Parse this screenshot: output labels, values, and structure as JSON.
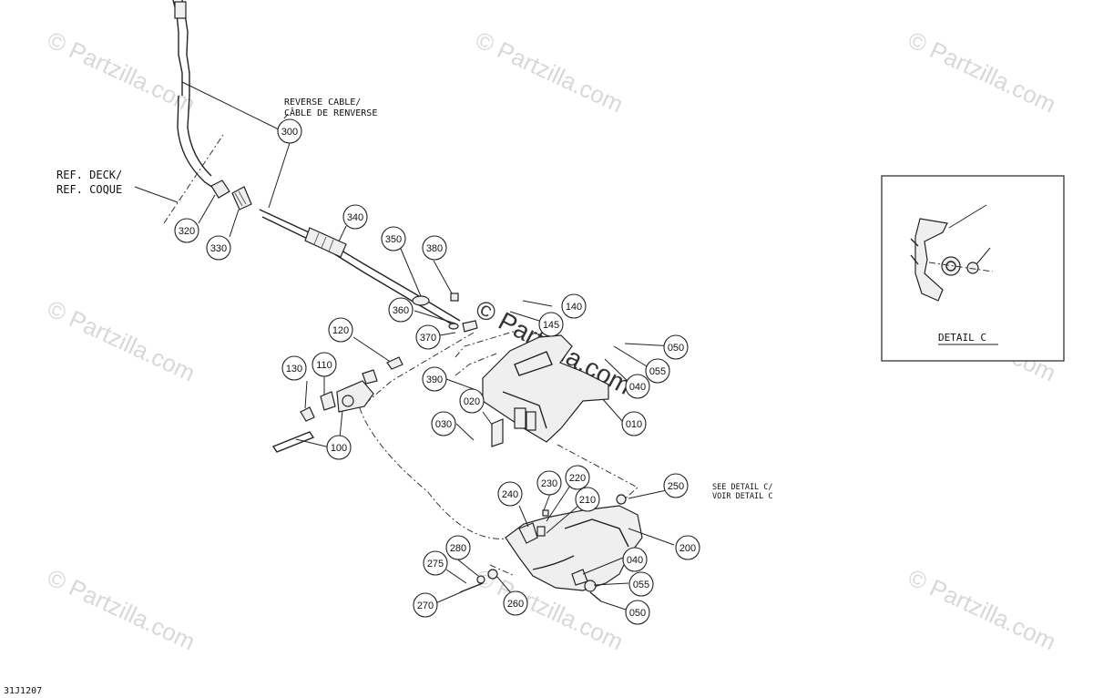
{
  "watermark": "© Partzilla.com",
  "labels": {
    "reverse_cable_en": "REVERSE CABLE/",
    "reverse_cable_fr": "CÂBLE DE RENVERSE",
    "ref_deck_en": "REF. DECK/",
    "ref_deck_fr": "REF. COQUE",
    "see_detail_en": "SEE DETAIL C/",
    "see_detail_fr": "VOIR DETAIL C",
    "detail_c": "DETAIL C",
    "drawing_code": "31J1207"
  },
  "callouts": [
    "300",
    "320",
    "330",
    "340",
    "350",
    "380",
    "360",
    "370",
    "140",
    "145",
    "050",
    "055",
    "040",
    "010",
    "390",
    "120",
    "130",
    "110",
    "100",
    "020",
    "030",
    "230",
    "220",
    "240",
    "210",
    "250",
    "200",
    "280",
    "275",
    "270",
    "260",
    "040",
    "055",
    "050",
    "200",
    "250"
  ],
  "colors": {
    "line": "#222222",
    "watermark": "#d8d8d8",
    "background": "#ffffff"
  }
}
